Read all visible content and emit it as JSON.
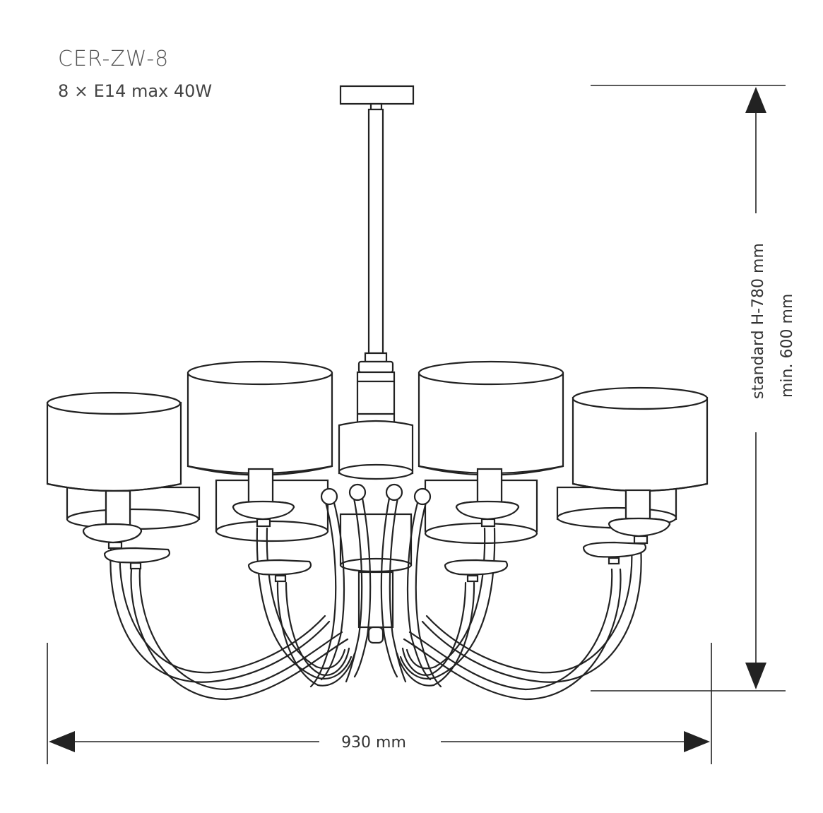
{
  "product": {
    "model": "CER-ZW-8",
    "spec": "8 × E14 max 40W"
  },
  "dimensions": {
    "width_label": "930 mm",
    "height_label": "standard H-780 mm",
    "min_height_label": "min. 600 mm"
  }
}
